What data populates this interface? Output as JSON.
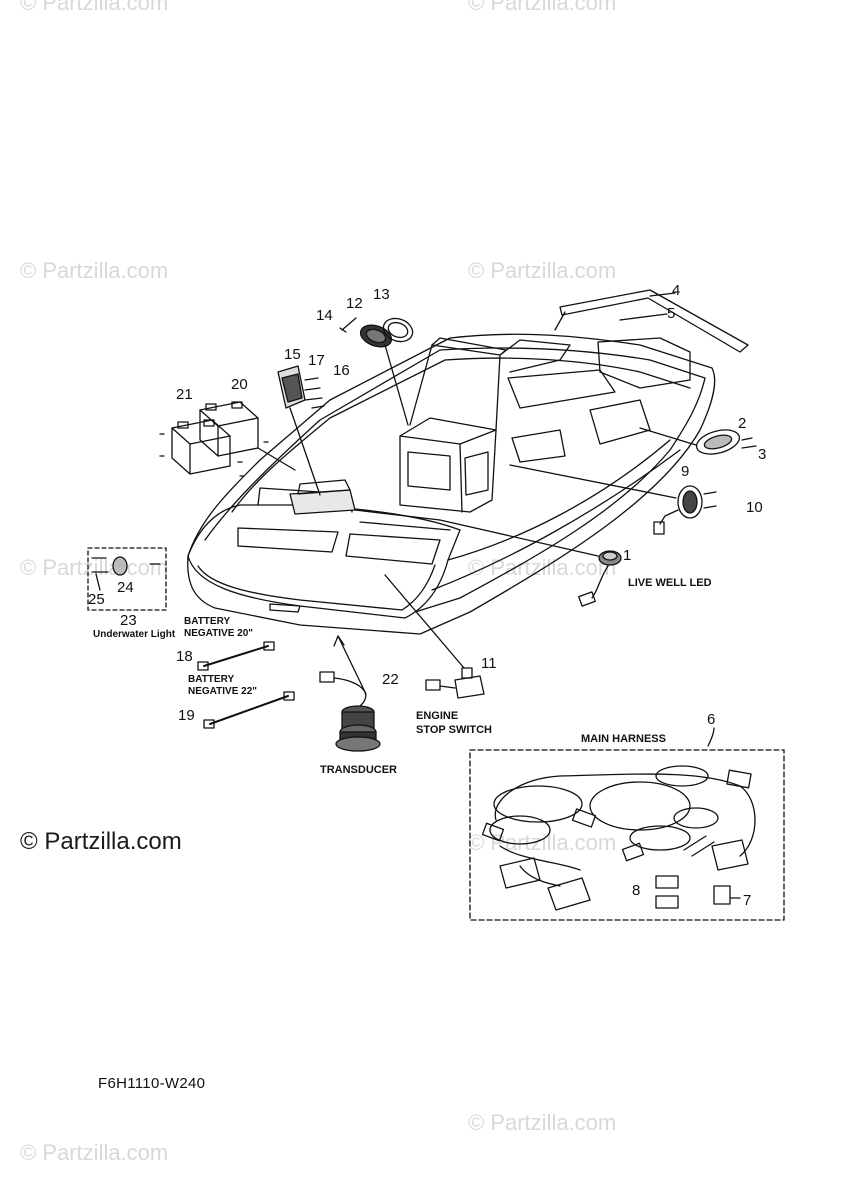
{
  "watermark": {
    "faint_text": "© Partzilla.com",
    "main_text": "© Partzilla.com"
  },
  "callouts": {
    "c1": "1",
    "c2": "2",
    "c3": "3",
    "c4": "4",
    "c5": "5",
    "c6": "6",
    "c7": "7",
    "c8": "8",
    "c9": "9",
    "c10": "10",
    "c11": "11",
    "c12": "12",
    "c13": "13",
    "c14": "14",
    "c15": "15",
    "c16": "16",
    "c17": "17",
    "c18": "18",
    "c19": "19",
    "c20": "20",
    "c21": "21",
    "c22": "22",
    "c23": "23",
    "c24": "24",
    "c25": "25"
  },
  "labels": {
    "live_well_led": "LIVE WELL LED",
    "underwater_light": "Underwater Light",
    "battery_negative_20_a": "BATTERY",
    "battery_negative_20_b": "NEGATIVE 20\"",
    "battery_negative_22_a": "BATTERY",
    "battery_negative_22_b": "NEGATIVE 22\"",
    "engine_stop_a": "ENGINE",
    "engine_stop_b": "STOP SWITCH",
    "transducer": "TRANSDUCER",
    "main_harness": "MAIN HARNESS"
  },
  "diagram_code": "F6H1110-W240"
}
